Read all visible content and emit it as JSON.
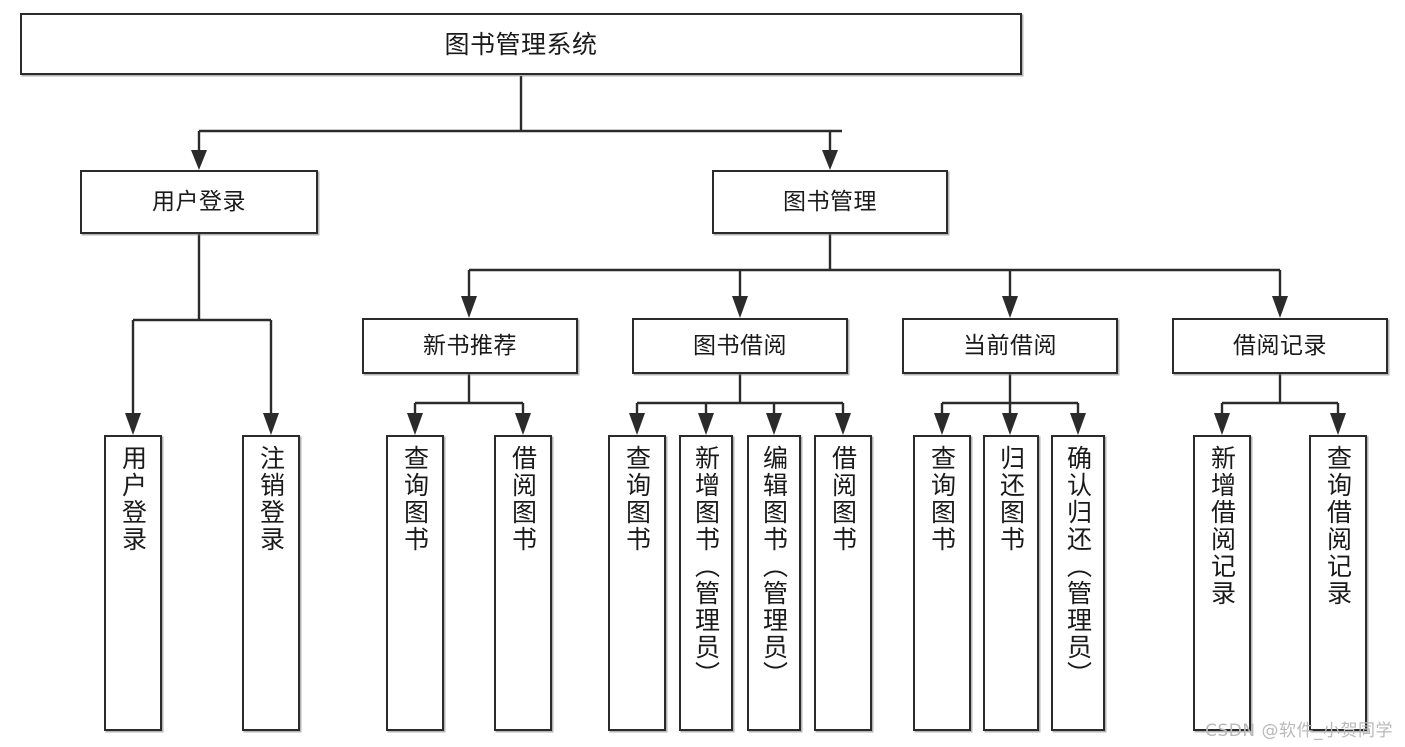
{
  "diagram": {
    "title": "图书管理系统",
    "type": "tree-hierarchy-diagram",
    "watermark": "CSDN @软件_小贺同学",
    "colors": {
      "box_border": "#2b2b2b",
      "box_fill": "#ffffff",
      "connector": "#2b2b2b",
      "text": "#1a1a1a",
      "watermark": "#b9b9b9",
      "background": "#ffffff"
    },
    "nodes": {
      "root": {
        "label": "图书管理系统"
      },
      "level2": [
        {
          "label": "用户登录"
        },
        {
          "label": "图书管理"
        }
      ],
      "level3": [
        {
          "label": "新书推荐"
        },
        {
          "label": "图书借阅"
        },
        {
          "label": "当前借阅"
        },
        {
          "label": "借阅记录"
        }
      ],
      "leaves_user_login": [
        {
          "label": "用户登录"
        },
        {
          "label": "注销登录"
        }
      ],
      "leaves_new_book": [
        {
          "label": "查询图书"
        },
        {
          "label": "借阅图书"
        }
      ],
      "leaves_borrow": [
        {
          "label": "查询图书"
        },
        {
          "label": "新增图书（管理员）"
        },
        {
          "label": "编辑图书（管理员）"
        },
        {
          "label": "借阅图书"
        }
      ],
      "leaves_current": [
        {
          "label": "查询图书"
        },
        {
          "label": "归还图书"
        },
        {
          "label": "确认归还（管理员）"
        }
      ],
      "leaves_record": [
        {
          "label": "新增借阅记录"
        },
        {
          "label": "查询借阅记录"
        }
      ]
    }
  }
}
